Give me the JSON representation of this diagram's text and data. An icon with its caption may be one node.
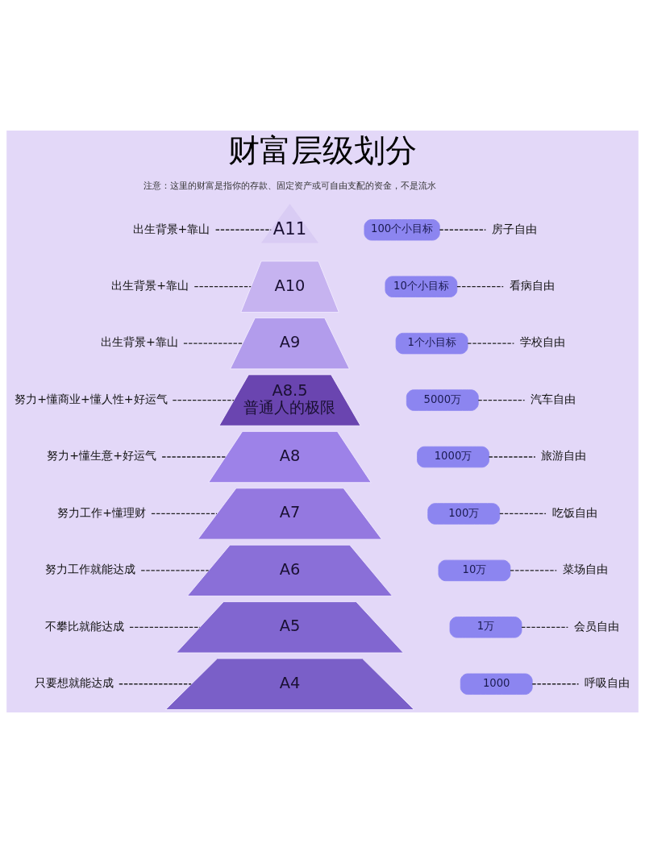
{
  "diagram": {
    "title": "财富层级划分",
    "nodes": [
      {
        "text": [
          "出生背景+靠山"
        ]
      },
      {
        "text": [
          "A11"
        ]
      },
      {
        "text": [
          "100个小目标"
        ]
      },
      {
        "text": [
          "房子自由"
        ]
      },
      {
        "text": [
          "出生背景+靠山"
        ]
      },
      {
        "text": [
          "A10"
        ]
      },
      {
        "text": [
          "10个小目标"
        ]
      },
      {
        "text": [
          "看病自由"
        ]
      },
      {
        "text": [
          "出生背景+靠山"
        ]
      },
      {
        "text": [
          "A9"
        ]
      },
      {
        "text": [
          "1个小目标"
        ]
      },
      {
        "text": [
          "学校自由"
        ]
      },
      {
        "text": [
          "努力+懂商业+懂人性+好运气"
        ]
      },
      {
        "text": [
          "A8.5",
          "普通人的极限"
        ]
      },
      {
        "text": [
          "5000万"
        ]
      },
      {
        "text": [
          "汽车自由"
        ]
      },
      {
        "text": [
          "努力+懂生意+好运气"
        ]
      },
      {
        "text": [
          "A8"
        ]
      },
      {
        "text": [
          "1000万"
        ]
      },
      {
        "text": [
          "旅游自由"
        ]
      },
      {
        "text": [
          "努力工作+懂理财"
        ]
      },
      {
        "text": [
          "A7"
        ]
      },
      {
        "text": [
          "100万"
        ]
      },
      {
        "text": [
          "吃饭自由"
        ]
      },
      {
        "text": [
          "努力工作就能达成"
        ]
      },
      {
        "text": [
          "A6"
        ]
      },
      {
        "text": [
          "10万"
        ]
      },
      {
        "text": [
          "菜场自由"
        ]
      },
      {
        "text": [
          "不攀比就能达成"
        ]
      },
      {
        "text": [
          "A5"
        ]
      },
      {
        "text": [
          "1万"
        ]
      },
      {
        "text": [
          "会员自由"
        ]
      },
      {
        "text": [
          "只要想就能达成"
        ]
      },
      {
        "text": [
          "A4"
        ]
      },
      {
        "text": [
          "1000"
        ]
      },
      {
        "text": [
          "呼吸自由"
        ]
      }
    ],
    "edges": [
      {
        "from": 0,
        "to": 1,
        "arrow": "none",
        "style": "dashed"
      },
      {
        "from": 2,
        "to": 3,
        "arrow": "none",
        "style": "dashed"
      },
      {
        "from": 4,
        "to": 5,
        "arrow": "none",
        "style": "dashed"
      },
      {
        "from": 6,
        "to": 7,
        "arrow": "none",
        "style": "dashed"
      },
      {
        "from": 8,
        "to": 9,
        "arrow": "none",
        "style": "dashed"
      },
      {
        "from": 10,
        "to": 11,
        "arrow": "none",
        "style": "dashed"
      },
      {
        "from": 12,
        "to": 13,
        "arrow": "none",
        "style": "dashed"
      },
      {
        "from": 14,
        "to": 15,
        "arrow": "none",
        "style": "dashed"
      },
      {
        "from": 16,
        "to": 17,
        "arrow": "none",
        "style": "dashed"
      },
      {
        "from": 18,
        "to": 19,
        "arrow": "none",
        "style": "dashed"
      },
      {
        "from": 20,
        "to": 21,
        "arrow": "none",
        "style": "dashed"
      },
      {
        "from": 22,
        "to": 23,
        "arrow": "none",
        "style": "dashed"
      },
      {
        "from": 24,
        "to": 25,
        "arrow": "none",
        "style": "dashed"
      },
      {
        "from": 26,
        "to": 27,
        "arrow": "none",
        "style": "dashed"
      },
      {
        "from": 28,
        "to": 29,
        "arrow": "none",
        "style": "dashed"
      },
      {
        "from": 30,
        "to": 31,
        "arrow": "none",
        "style": "dashed"
      },
      {
        "from": 32,
        "to": 33,
        "arrow": "none",
        "style": "dashed"
      },
      {
        "from": 34,
        "to": 35,
        "arrow": "none",
        "style": "dashed"
      }
    ],
    "labels": [
      "注意：这里的财富是指你的存款、固定资产或可自由支配的资金，不是流水"
    ]
  }
}
